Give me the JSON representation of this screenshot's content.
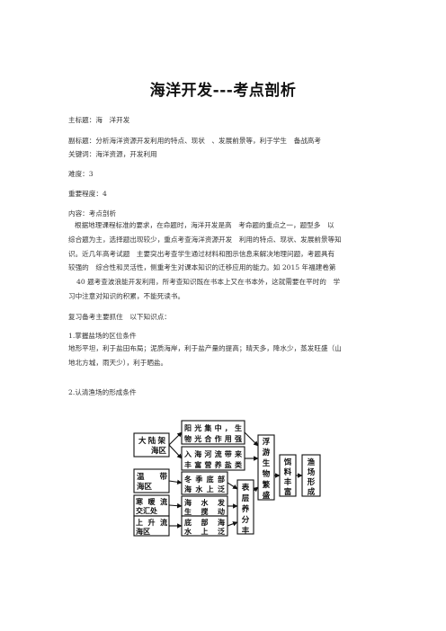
{
  "doc": {
    "title": "海洋开发---考点剖析",
    "main_title": "主标题：海　洋开发",
    "subtitle": "副标题：分析海洋资源开发利用的特点、现状　、发展前景等，利于学生　备战高考",
    "keywords": "关键词：海洋资源，开发利用",
    "difficulty": "难度：3",
    "importance": "重要程度：4",
    "content_label": "内容：考点剖析",
    "paragraph_lines": [
      "根据地理课程标准的要求，在命题时，海洋开发是高　考命题的重点之一，题型多　以",
      "综合题为主，选择题出现较少，重点考查海洋资源开发　利用的特点、现状、发展前景等知",
      "识。近几年高考试题　主要突出考查学生通过材料和图示信息来解决地理问题，考题具有",
      "较强的　综合性和灵活性，侧重考生对课本知识的迁移应用的能力。如 2015 年福建卷第",
      "40 题考查波浪能开发利用，所考查知识既在书本上又在书本外，这就需要在平时的　学",
      "习中注意对知识的积累，不能死读书。"
    ],
    "review_intro": "复习备考主要抓住　以下知识点：",
    "point1_heading": "1.掌握盐场的区位条件",
    "point1_lines": [
      "地形平坦，利于盐田布局；泥质海岸，利于盐产量的提高；晴天多，降水少，蒸发旺盛（山",
      "地北方城，雨天少），利于晒盐。"
    ],
    "point2_heading": "2.认清渔场的形成条件"
  },
  "diagram": {
    "left": [
      "大陆架海区",
      "温带海区",
      "寒暖流交汇处",
      "上升流海区"
    ],
    "middle": [
      [
        "阳光集中，生",
        "物光合作用强"
      ],
      [
        "入海河流带来",
        "丰富营养盐类"
      ],
      [
        "冬季底部",
        "海水上泛"
      ],
      [
        "海水发",
        "生搅动"
      ],
      [
        "底部海",
        "水上泛"
      ]
    ],
    "plankton": "浮游生物繁盛",
    "nutrients": "表层养分丰富",
    "feed": "饵料丰富",
    "fishery": "渔场形成"
  }
}
